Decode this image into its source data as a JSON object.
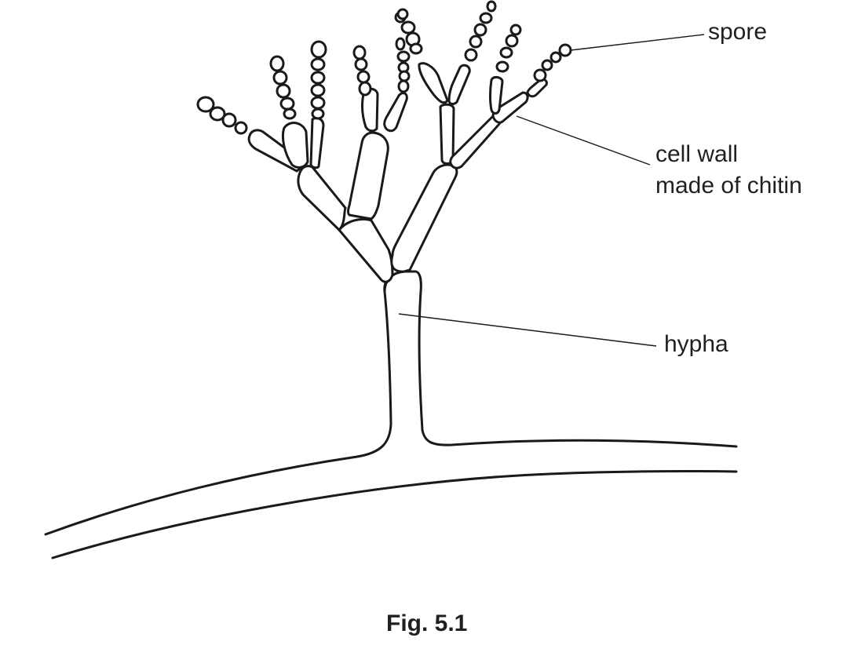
{
  "figure": {
    "caption": "Fig. 5.1",
    "subject": "fungal hypha with branched conidiophore bearing chains of spores"
  },
  "labels": {
    "spore": "spore",
    "cell_wall_line1": "cell wall",
    "cell_wall_line2": "made of chitin",
    "hypha": "hypha"
  },
  "colors": {
    "ink": "#231f20",
    "background": "#ffffff"
  }
}
